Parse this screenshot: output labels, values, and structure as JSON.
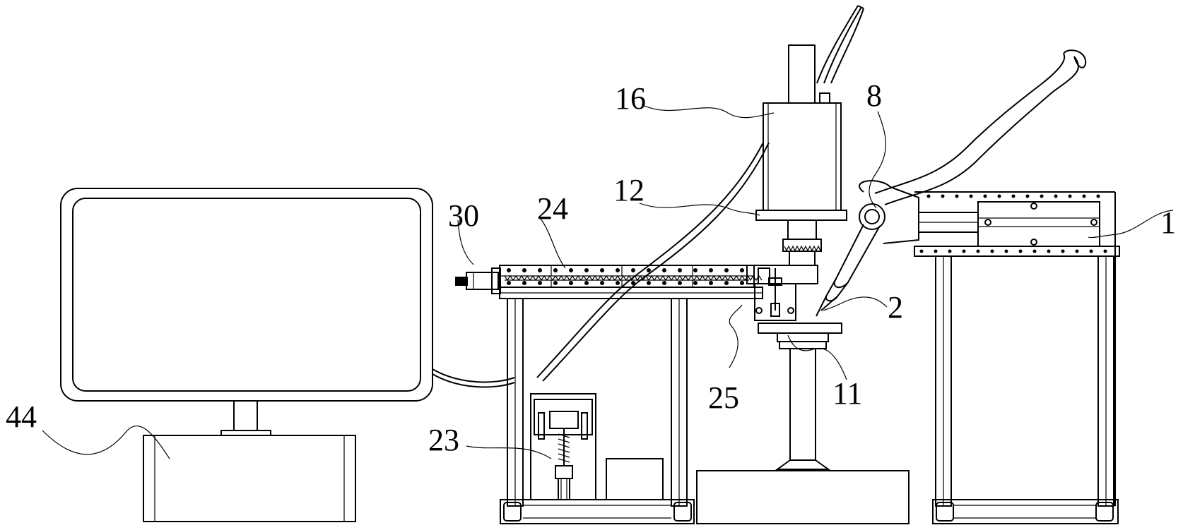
{
  "labels": {
    "l1": "1",
    "l2": "2",
    "l8": "8",
    "l11": "11",
    "l12": "12",
    "l16": "16",
    "l23": "23",
    "l24": "24",
    "l25": "25",
    "l30": "30",
    "l44": "44"
  }
}
